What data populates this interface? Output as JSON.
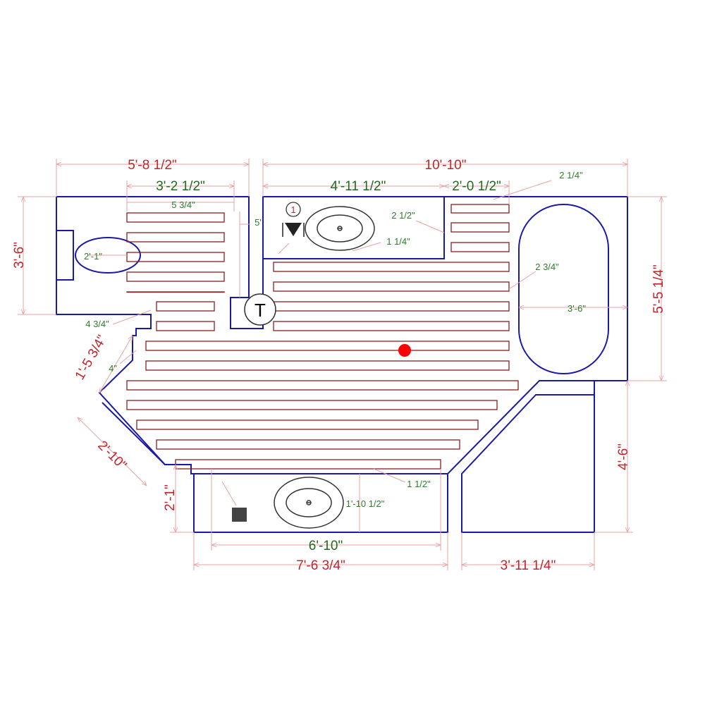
{
  "dimensions": {
    "overall_left_width": "5'-8 1/2\"",
    "left_inner_width": "3'-2 1/2\"",
    "overall_right_width": "10'-10\"",
    "vanity_width": "4'-11 1/2\"",
    "right_upper_width": "2'-0 1/2\"",
    "left_height": "3'-6\"",
    "right_height": "5'-5 1/4\"",
    "angled_wall_a": "1'-5 3/4\"",
    "angled_wall_b": "2'-10\"",
    "lower_left_height": "2'-1\"",
    "lower_inner_width": "6'-10\"",
    "lower_overall_width": "7'-6 3/4\"",
    "lower_right_width": "3'-11 1/4\"",
    "lower_right_height": "4'-6\""
  },
  "spacings": {
    "top_left": "5 3/4\"",
    "five": "5'",
    "toilet_depth": "2'-1\"",
    "left_gap": "4 3/4\"",
    "angled_gap": "4\"",
    "sink_gap": "2 1/2\"",
    "sink_bottom": "1 1/4\"",
    "top_right": "2 1/4\"",
    "tub_gap": "2 3/4\"",
    "tub_depth": "3'-6\"",
    "bottom_gap": "1 1/2\"",
    "lower_sink": "1'-10 1/2\""
  },
  "symbols": {
    "thermostat": "T",
    "marker": "1"
  },
  "colors": {
    "wall": "#1a1aa8",
    "heating_cable": "#8b1d1d",
    "dimension_line": "#e7a3a3",
    "dimension_text": "#c0262b",
    "spacing_text": "#2e7d2e",
    "sensor_dot": "#ff0000"
  }
}
